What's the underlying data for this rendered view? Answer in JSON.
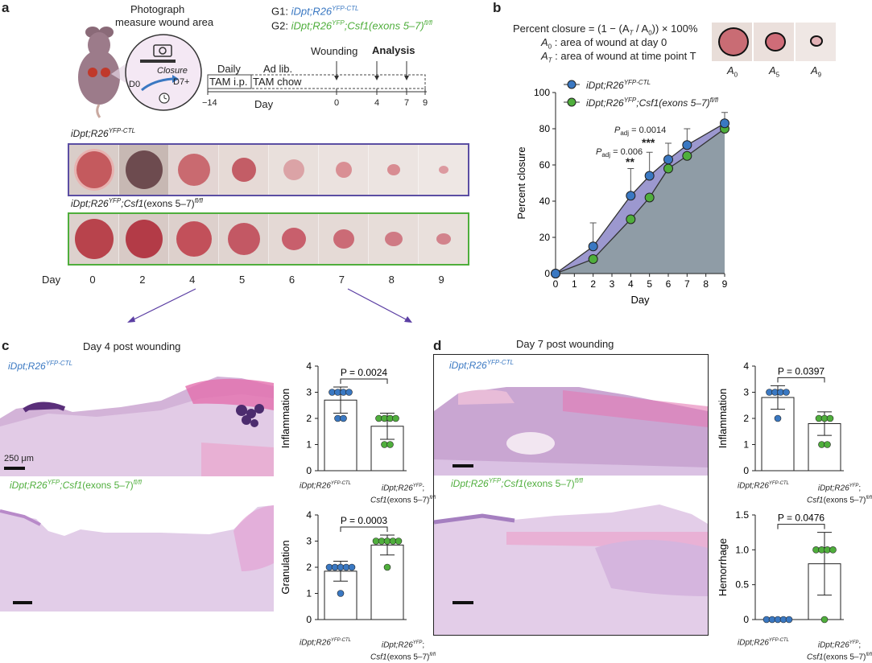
{
  "panel_a": {
    "label": "a",
    "photo_text_line1": "Photograph",
    "photo_text_line2": "measure wound area",
    "closure_text": "Closure",
    "d0": "D0",
    "d7": "D7+",
    "g1_prefix": "G1: ",
    "g1_name": "iDpt;R26",
    "g1_sup": "YFP-CTL",
    "g2_prefix": "G2: ",
    "g2_name": "iDpt;R26",
    "g2_sup1": "YFP",
    "g2_mid": ";Csf1(exons 5–7)",
    "g2_sup2": "fl/fl",
    "timeline": {
      "daily": "Daily",
      "adlib": "Ad lib.",
      "tam_ip": "TAM i.p.",
      "tam_chow": "TAM chow",
      "wounding": "Wounding",
      "analysis": "Analysis",
      "day_label": "Day",
      "ticks": [
        "−14",
        "0",
        "4",
        "7",
        "9"
      ]
    },
    "strip1_label": "iDpt;R26",
    "strip1_sup": "YFP-CTL",
    "strip2_label_pre": "iDpt;R26",
    "strip2_sup1": "YFP",
    "strip2_mid": ";Csf1",
    "strip2_post": "(exons 5–7)",
    "strip2_sup2": "fl/fl",
    "day_row_label": "Day",
    "days": [
      "0",
      "2",
      "4",
      "5",
      "6",
      "7",
      "8",
      "9"
    ],
    "colors": {
      "ctl_border": "#5b4ea3",
      "ko_border": "#4fae3c"
    }
  },
  "panel_b": {
    "label": "b",
    "formula": "Percent closure = (1 − (A",
    "formula_T": "T",
    "formula_mid": " / A",
    "formula_0": "0",
    "formula_end": ")) × 100%",
    "a0_def_sym": "A",
    "a0_def_sub": "0",
    "a0_def_text": " : area of wound at day 0",
    "at_def_sym": "A",
    "at_def_sub": "T",
    "at_def_text": " : area of wound at time point T",
    "thumb_labels": [
      {
        "sym": "A",
        "sub": "0"
      },
      {
        "sym": "A",
        "sub": "5"
      },
      {
        "sym": "A",
        "sub": "9"
      }
    ],
    "padj1": "P",
    "padj1_sub": "adj",
    "padj1_val": " = 0.0014",
    "padj2": "P",
    "padj2_sub": "adj",
    "padj2_val": " = 0.006",
    "sig3": "***",
    "sig2": "**"
  },
  "chart_data": [
    {
      "type": "line",
      "xlabel": "Day",
      "ylabel": "Percent closure",
      "xlim": [
        0,
        9
      ],
      "ylim": [
        0,
        100
      ],
      "xticks": [
        "0",
        "1",
        "2",
        "3",
        "4",
        "5",
        "6",
        "7",
        "8",
        "9"
      ],
      "yticks": [
        "0",
        "20",
        "40",
        "60",
        "80",
        "100"
      ],
      "x": [
        0,
        2,
        4,
        5,
        6,
        7,
        9
      ],
      "series": [
        {
          "name": "iDpt;R26YFP-CTL",
          "legend_pre": "iDpt;R26",
          "legend_sup": "YFP-CTL",
          "color": "#3a78c2",
          "fill": "#9c98cf",
          "values": [
            0,
            15,
            43,
            54,
            63,
            71,
            83
          ],
          "err": [
            1,
            13,
            15,
            13,
            9,
            9,
            6
          ]
        },
        {
          "name": "iDpt;R26YFP;Csf1(exons 5–7)fl/fl",
          "legend_pre": "iDpt;R26",
          "legend_sup": "YFP",
          "legend_mid": ";Csf1(exons 5–7)",
          "legend_sup2": "fl/fl",
          "color": "#4fae3c",
          "fill": "#8f9ca6",
          "values": [
            0,
            8,
            30,
            42,
            58,
            65,
            80
          ],
          "err": [
            0,
            0,
            0,
            0,
            0,
            0,
            0
          ]
        }
      ]
    },
    {
      "type": "bar",
      "id": "c_inflammation",
      "ylabel": "Inflammation",
      "ylim": [
        0,
        4
      ],
      "yticks": [
        "0",
        "1",
        "2",
        "3",
        "4"
      ],
      "categories": [
        "iDpt;R26YFP-CTL",
        "iDpt;R26YFP;Csf1(exons 5–7)fl/fl"
      ],
      "values": [
        2.7,
        1.7
      ],
      "sd": [
        0.5,
        0.5
      ],
      "points": [
        [
          3,
          3,
          3,
          3,
          2,
          2
        ],
        [
          2,
          2,
          2,
          2,
          1,
          1
        ]
      ],
      "p_text": "P = 0.0024"
    },
    {
      "type": "bar",
      "id": "c_granulation",
      "ylabel": "Granulation",
      "ylim": [
        0,
        4
      ],
      "yticks": [
        "0",
        "1",
        "2",
        "3",
        "4"
      ],
      "categories": [
        "iDpt;R26YFP-CTL",
        "iDpt;R26YFP;Csf1(exons 5–7)fl/fl"
      ],
      "values": [
        1.85,
        2.85
      ],
      "sd": [
        0.38,
        0.38
      ],
      "points": [
        [
          2,
          2,
          2,
          2,
          2,
          1
        ],
        [
          3,
          3,
          3,
          3,
          3,
          2
        ]
      ],
      "p_text": "P = 0.0003"
    },
    {
      "type": "bar",
      "id": "d_inflammation",
      "ylabel": "Inflammation",
      "ylim": [
        0,
        4
      ],
      "yticks": [
        "0",
        "1",
        "2",
        "3",
        "4"
      ],
      "categories": [
        "iDpt;R26YFP-CTL",
        "iDpt;R26YFP;Csf1(exons 5–7)fl/fl"
      ],
      "values": [
        2.8,
        1.8
      ],
      "sd": [
        0.45,
        0.45
      ],
      "points": [
        [
          3,
          3,
          3,
          3,
          2
        ],
        [
          2,
          2,
          2,
          1,
          1
        ]
      ],
      "p_text": "P = 0.0397"
    },
    {
      "type": "bar",
      "id": "d_hemorrhage",
      "ylabel": "Hemorrhage",
      "ylim": [
        0,
        1.5
      ],
      "yticks": [
        "0",
        "0.5",
        "1.0",
        "1.5"
      ],
      "categories": [
        "iDpt;R26YFP-CTL",
        "iDpt;R26YFP;Csf1(exons 5–7)fl/fl"
      ],
      "values": [
        0,
        0.8
      ],
      "sd": [
        0,
        0.45
      ],
      "points": [
        [
          0,
          0,
          0,
          0,
          0
        ],
        [
          1,
          1,
          1,
          1,
          0
        ]
      ],
      "p_text": "P = 0.0476"
    }
  ],
  "panel_c": {
    "label": "c",
    "title": "Day 4 post wounding",
    "top_label": "iDpt;R26",
    "top_sup": "YFP-CTL",
    "bottom_label_pre": "iDpt;R26",
    "bottom_sup1": "YFP",
    "bottom_mid": ";Csf1",
    "bottom_post": "(exons 5–7)",
    "bottom_sup2": "fl/fl",
    "scale": "250 μm",
    "xcat1": "iDpt;R26",
    "xcat1_sup": "YFP-CTL",
    "xcat2_line1_pre": "iDpt;R26",
    "xcat2_line1_sup": "YFP",
    "xcat2_line2_pre": "Csf1",
    "xcat2_line2_mid": "(exons 5–7)",
    "xcat2_line2_sup": "fl/fl"
  },
  "panel_d": {
    "label": "d",
    "title": "Day 7 post wounding",
    "top_label": "iDpt;R26",
    "top_sup": "YFP-CTL",
    "bottom_label_pre": "iDpt;R26",
    "bottom_sup1": "YFP",
    "bottom_mid": ";Csf1",
    "bottom_post": "(exons 5–7)",
    "bottom_sup2": "fl/fl"
  }
}
